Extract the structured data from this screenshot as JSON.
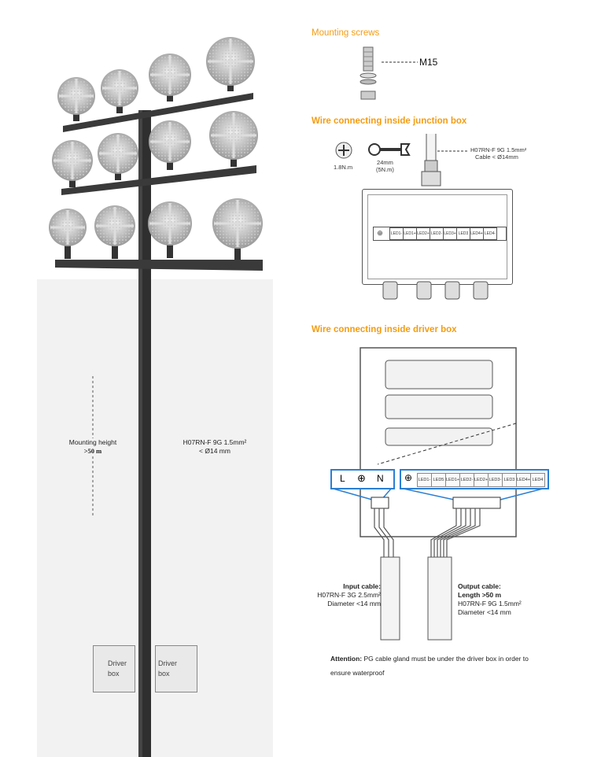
{
  "sections": {
    "mounting_screws": "Mounting screws",
    "junction_box": "Wire connecting inside junction box",
    "driver_box": "Wire connecting inside driver box"
  },
  "screw_label": "M15",
  "torque_screwdriver": "1.8N.m",
  "torque_wrench_line1": "24mm",
  "torque_wrench_line2": "(5N.m)",
  "cable_spec_line1": "H07RN-F 9G 1.5mm²",
  "cable_spec_line2": "Cable < Ø14mm",
  "junction_terminals": [
    "LED1-",
    "LED1+",
    "LED2+",
    "LED2-",
    "LED3+",
    "LED3",
    "LED4+",
    "LED4-"
  ],
  "input_terminals": [
    "L",
    "N"
  ],
  "output_terminals": [
    "LED1-",
    "LED5",
    "LED1+",
    "LED2-",
    "LED2+",
    "LED3-",
    "LED3",
    "LED4+",
    "LED4"
  ],
  "mounting_height_label": "Mounting height",
  "mounting_height_value": ">50 m",
  "pole_cable_line1": "H07RN-F 9G 1.5mm²",
  "pole_cable_line2": "< Ø14 mm",
  "driver_box_line1": "Driver",
  "driver_box_line2": "box",
  "input_cable_title": "Input cable:",
  "input_cable_line1": "H07RN-F 3G 2.5mm²",
  "input_cable_line2": "Diameter <14 mm",
  "output_cable_title": "Output cable:",
  "output_cable_bold": "Length >50 m",
  "output_cable_line1": "H07RN-F 9G 1.5mm²",
  "output_cable_line2": "Diameter <14 mm",
  "attention_label": "Attention:",
  "attention_text": "PG cable gland must be under the driver box in order to",
  "attention_text2": "ensure waterproof",
  "colors": {
    "accent": "#f39c12",
    "callout": "#2a7fd4",
    "pole": "#2f2f2f"
  }
}
